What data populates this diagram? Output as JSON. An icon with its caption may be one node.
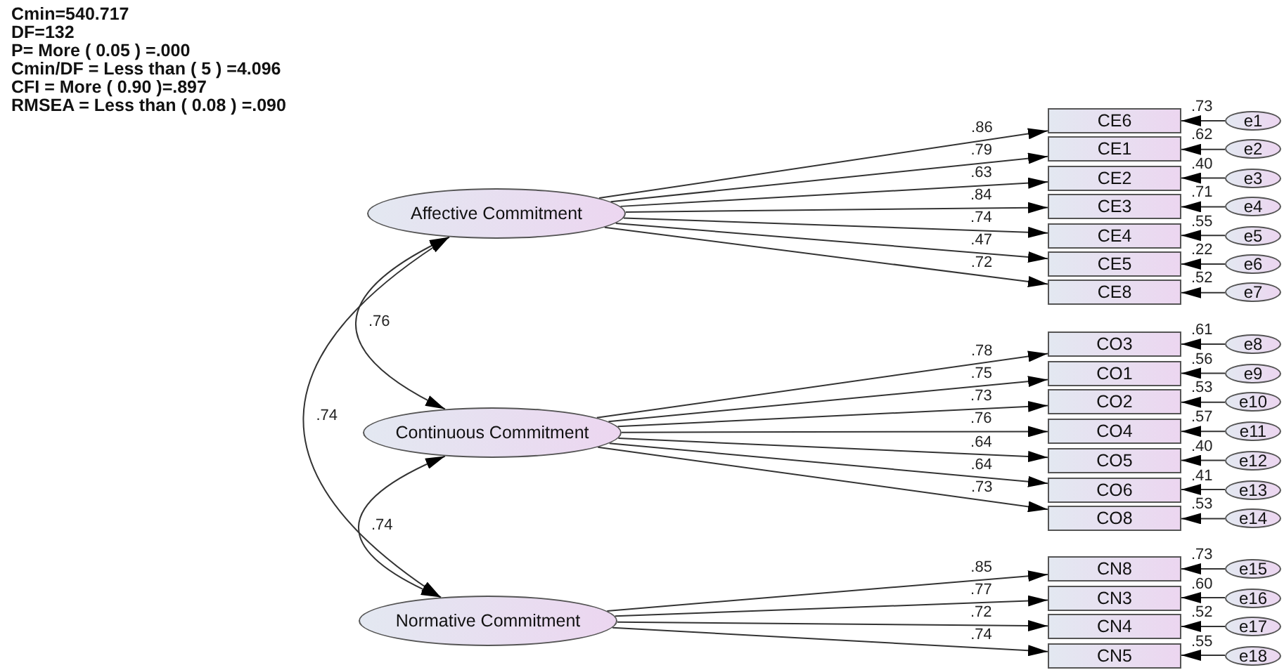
{
  "diagram": {
    "nodes": [
      {
        "text": [
          "Affective Commitment"
        ]
      },
      {
        "text": [
          "CE6"
        ],
        "beside": [
          ".73"
        ]
      },
      {
        "text": [
          "CE1"
        ],
        "beside": [
          ".62"
        ]
      },
      {
        "text": [
          "CE2"
        ],
        "beside": [
          ".40"
        ]
      },
      {
        "text": [
          "CE3"
        ],
        "beside": [
          ".71"
        ]
      },
      {
        "text": [
          "CE4"
        ],
        "beside": [
          ".55"
        ]
      },
      {
        "text": [
          "CE5"
        ],
        "beside": [
          ".22"
        ]
      },
      {
        "text": [
          "CE8"
        ],
        "beside": [
          ".52"
        ]
      },
      {
        "text": [
          "e1"
        ]
      },
      {
        "text": [
          "e2"
        ]
      },
      {
        "text": [
          "e3"
        ]
      },
      {
        "text": [
          "e4"
        ]
      },
      {
        "text": [
          "e5"
        ]
      },
      {
        "text": [
          "e6"
        ]
      },
      {
        "text": [
          "e7"
        ]
      },
      {
        "text": [
          "Continuous Commitment"
        ]
      },
      {
        "text": [
          "CO3"
        ],
        "beside": [
          ".61"
        ]
      },
      {
        "text": [
          "CO1"
        ],
        "beside": [
          ".56"
        ]
      },
      {
        "text": [
          "CO2"
        ],
        "beside": [
          ".53"
        ]
      },
      {
        "text": [
          "CO4"
        ],
        "beside": [
          ".57"
        ]
      },
      {
        "text": [
          "CO5"
        ],
        "beside": [
          ".40"
        ]
      },
      {
        "text": [
          "CO6"
        ],
        "beside": [
          ".41"
        ]
      },
      {
        "text": [
          "CO8"
        ],
        "beside": [
          ".53"
        ]
      },
      {
        "text": [
          "e8"
        ]
      },
      {
        "text": [
          "e9"
        ]
      },
      {
        "text": [
          "e10"
        ]
      },
      {
        "text": [
          "e11"
        ]
      },
      {
        "text": [
          "e12"
        ]
      },
      {
        "text": [
          "e13"
        ]
      },
      {
        "text": [
          "e14"
        ]
      },
      {
        "text": [
          "Normative Commitment"
        ]
      },
      {
        "text": [
          "CN8"
        ],
        "beside": [
          ".73"
        ]
      },
      {
        "text": [
          "CN3"
        ],
        "beside": [
          ".60"
        ]
      },
      {
        "text": [
          "CN4"
        ],
        "beside": [
          ".52"
        ]
      },
      {
        "text": [
          "CN5"
        ],
        "beside": [
          ".55"
        ]
      },
      {
        "text": [
          "e15"
        ]
      },
      {
        "text": [
          "e16"
        ]
      },
      {
        "text": [
          "e17"
        ]
      },
      {
        "text": [
          "e18"
        ]
      }
    ],
    "edges": [
      {
        "from": 0,
        "to": 1,
        "arrow": "to",
        "label": ".86"
      },
      {
        "from": 0,
        "to": 2,
        "arrow": "to",
        "label": ".79"
      },
      {
        "from": 0,
        "to": 3,
        "arrow": "to",
        "label": ".63"
      },
      {
        "from": 0,
        "to": 4,
        "arrow": "to",
        "label": ".84"
      },
      {
        "from": 0,
        "to": 5,
        "arrow": "to",
        "label": ".74"
      },
      {
        "from": 0,
        "to": 6,
        "arrow": "to",
        "label": ".47"
      },
      {
        "from": 0,
        "to": 7,
        "arrow": "to",
        "label": ".72"
      },
      {
        "from": 8,
        "to": 1,
        "arrow": "to"
      },
      {
        "from": 9,
        "to": 2,
        "arrow": "to"
      },
      {
        "from": 10,
        "to": 3,
        "arrow": "to"
      },
      {
        "from": 11,
        "to": 4,
        "arrow": "to"
      },
      {
        "from": 12,
        "to": 5,
        "arrow": "to"
      },
      {
        "from": 13,
        "to": 6,
        "arrow": "to"
      },
      {
        "from": 14,
        "to": 7,
        "arrow": "to"
      },
      {
        "from": 15,
        "to": 16,
        "arrow": "to",
        "label": ".78"
      },
      {
        "from": 15,
        "to": 17,
        "arrow": "to",
        "label": ".75"
      },
      {
        "from": 15,
        "to": 18,
        "arrow": "to",
        "label": ".73"
      },
      {
        "from": 15,
        "to": 19,
        "arrow": "to",
        "label": ".76"
      },
      {
        "from": 15,
        "to": 20,
        "arrow": "to",
        "label": ".64"
      },
      {
        "from": 15,
        "to": 21,
        "arrow": "to",
        "label": ".64"
      },
      {
        "from": 15,
        "to": 22,
        "arrow": "to",
        "label": ".73"
      },
      {
        "from": 23,
        "to": 16,
        "arrow": "to"
      },
      {
        "from": 24,
        "to": 17,
        "arrow": "to"
      },
      {
        "from": 25,
        "to": 18,
        "arrow": "to"
      },
      {
        "from": 26,
        "to": 19,
        "arrow": "to"
      },
      {
        "from": 27,
        "to": 20,
        "arrow": "to"
      },
      {
        "from": 28,
        "to": 21,
        "arrow": "to"
      },
      {
        "from": 29,
        "to": 22,
        "arrow": "to"
      },
      {
        "from": 30,
        "to": 31,
        "arrow": "to",
        "label": ".85"
      },
      {
        "from": 30,
        "to": 32,
        "arrow": "to",
        "label": ".77"
      },
      {
        "from": 30,
        "to": 33,
        "arrow": "to",
        "label": ".72"
      },
      {
        "from": 30,
        "to": 34,
        "arrow": "to",
        "label": ".74"
      },
      {
        "from": 35,
        "to": 31,
        "arrow": "to"
      },
      {
        "from": 36,
        "to": 32,
        "arrow": "to"
      },
      {
        "from": 37,
        "to": 33,
        "arrow": "to"
      },
      {
        "from": 38,
        "to": 34,
        "arrow": "to"
      },
      {
        "from": 0,
        "to": 15,
        "arrow": "both",
        "label": ".76"
      },
      {
        "from": 0,
        "to": 30,
        "arrow": "both",
        "label": ".74"
      },
      {
        "from": 15,
        "to": 30,
        "arrow": "both",
        "label": ".74"
      }
    ],
    "labels": [
      "Cmin=540.717",
      "DF=132",
      "P= More ( 0.05 ) =.000",
      "Cmin/DF = Less than ( 5 ) =4.096",
      "CFI = More ( 0.90 )=.897",
      "RMSEA = Less than ( 0.08 ) =.090"
    ]
  }
}
